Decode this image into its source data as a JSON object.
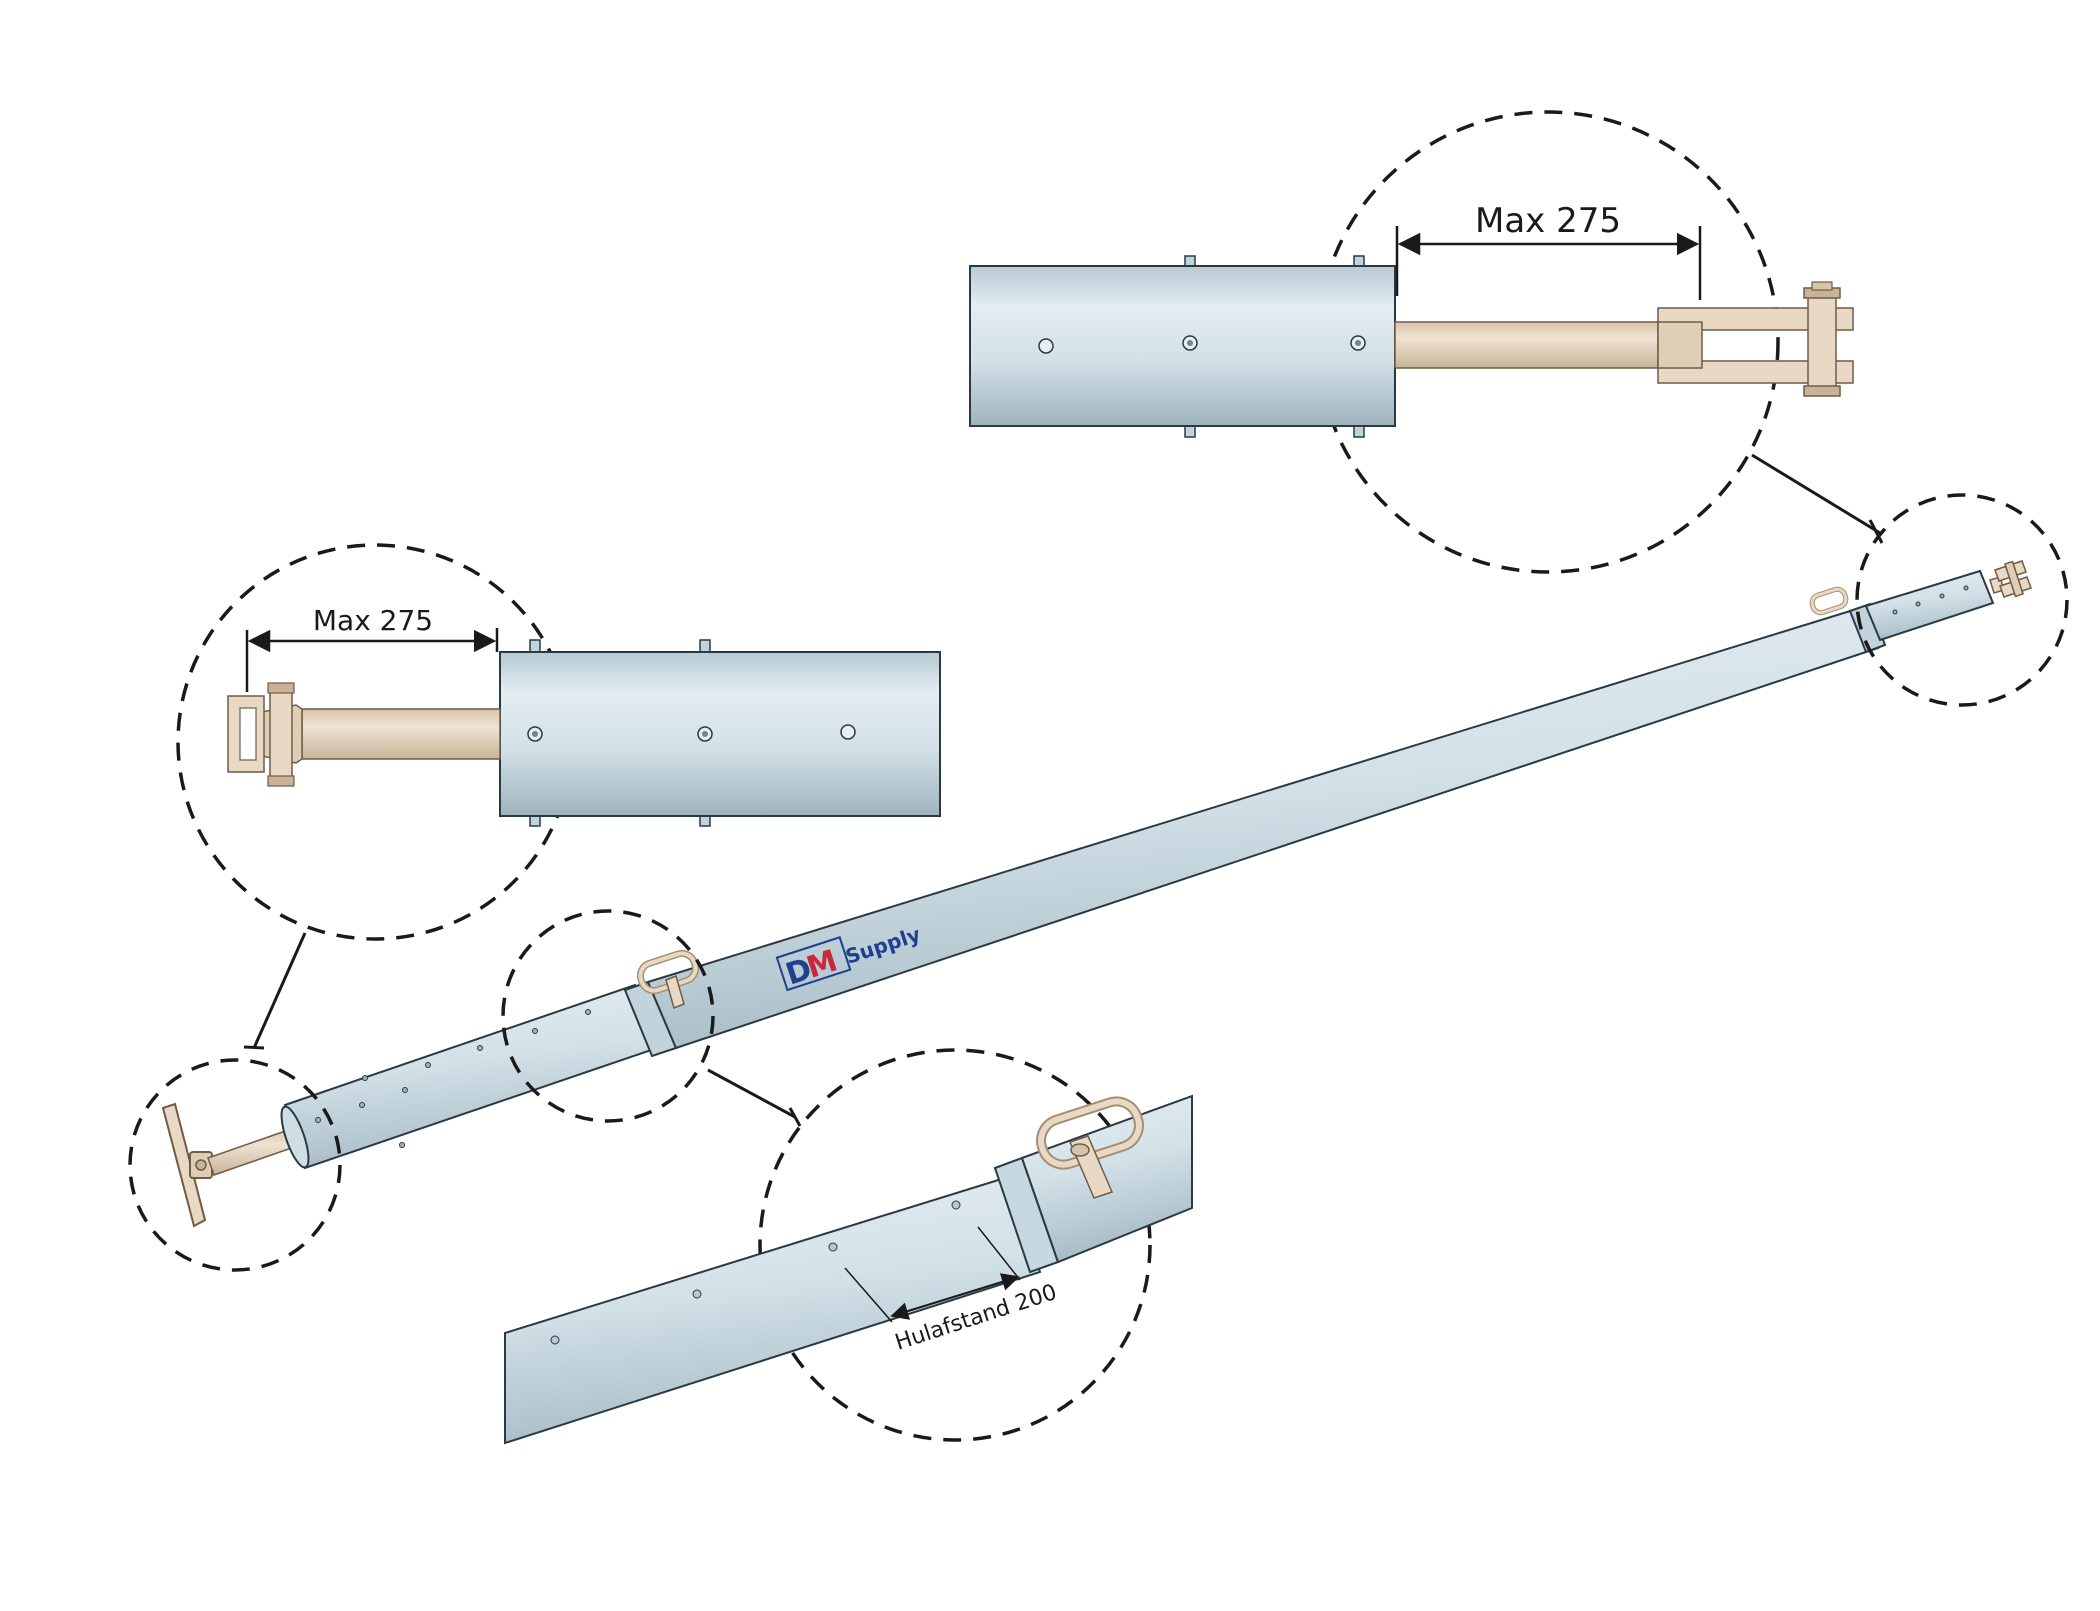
{
  "labels": {
    "max_right": "Max 275",
    "max_left": "Max 275",
    "hole_spacing": "Hulafstand 200"
  },
  "logo": {
    "letter_d": "D",
    "letter_m": "M",
    "word": "Supply"
  },
  "colors": {
    "tube_light": "#dde8ee",
    "tube_mid": "#c9d8e0",
    "tube_dark": "#a9bcc6",
    "steel_edge": "#2a3a44",
    "beige": "#e8d8c4",
    "beige_dark": "#b8a48c",
    "dashed": "#1a1a1a",
    "logo_blue": "#1f3f8f",
    "logo_red": "#c8283a"
  },
  "icons": {
    "foot_plate": "foot-plate-icon",
    "fork_head": "fork-head-icon",
    "lock_handle": "lock-handle-icon"
  }
}
